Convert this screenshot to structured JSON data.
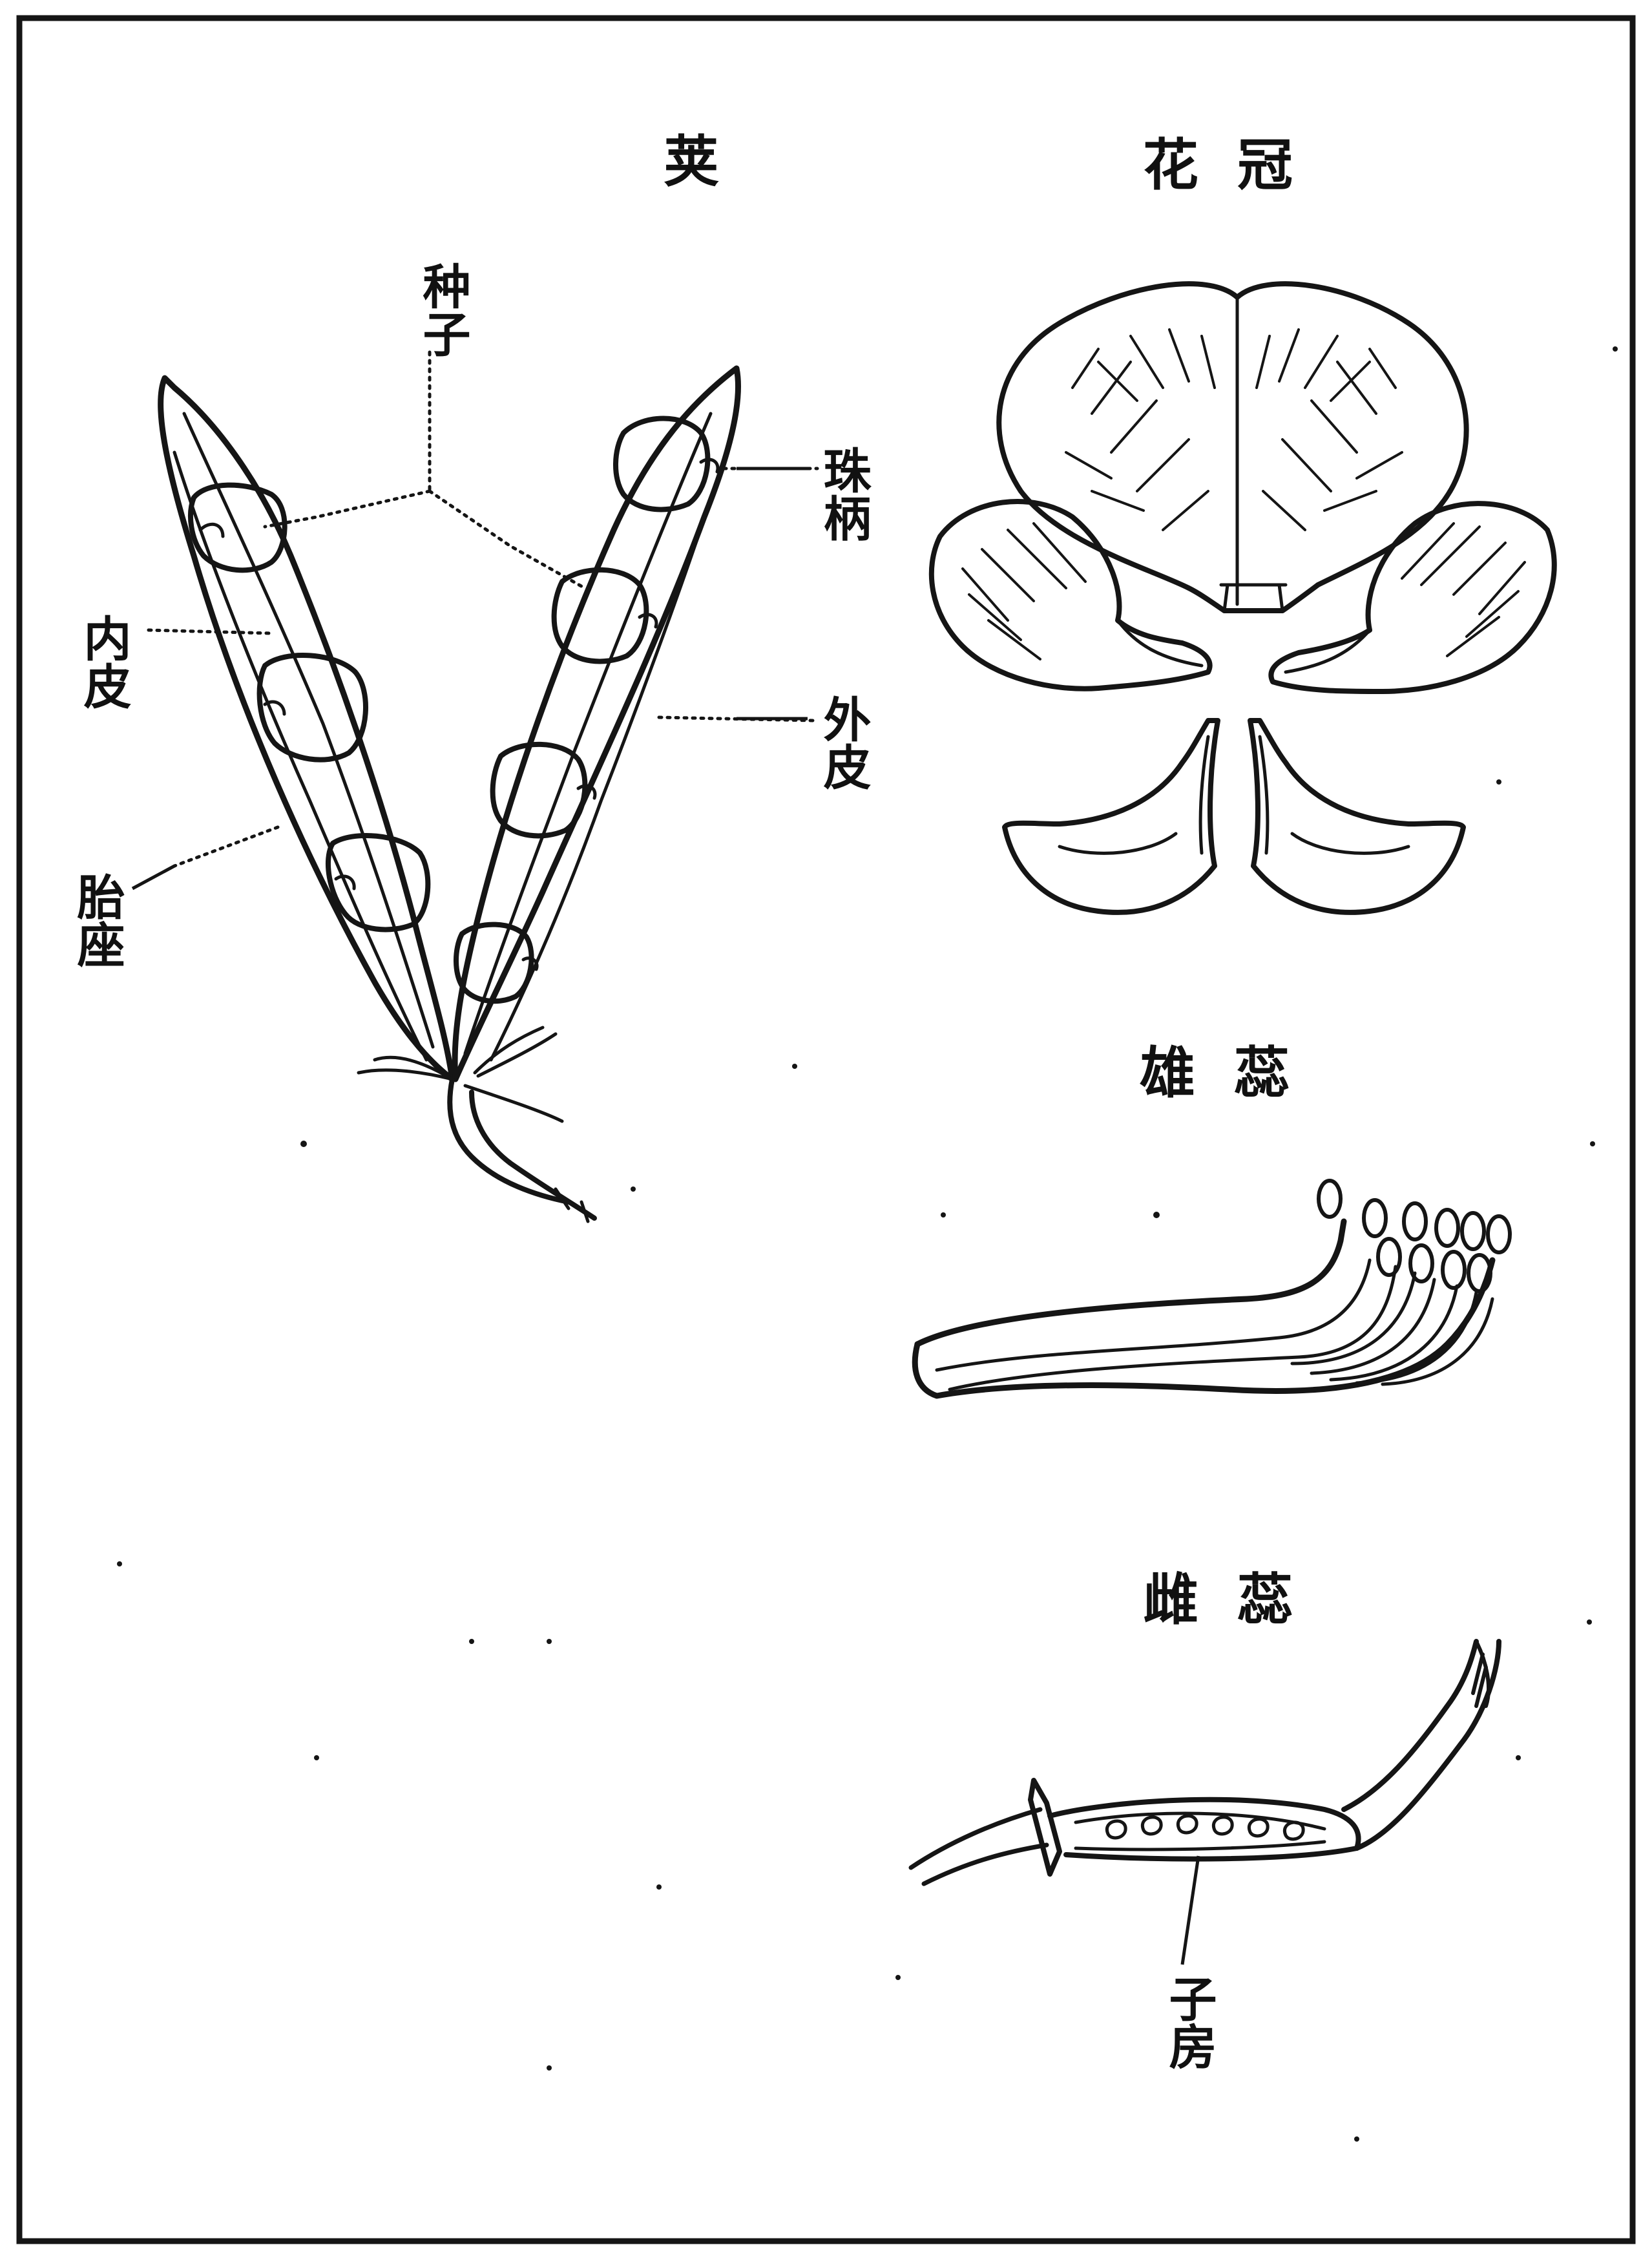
{
  "sections": {
    "pod": "荚",
    "corolla": "花冠",
    "stamen": "雄蕊",
    "pistil": "雌蕊"
  },
  "labels": {
    "seed": "种子",
    "funicle": "珠柄",
    "endocarp": "内皮",
    "exocarp": "外皮",
    "placenta": "胎座",
    "ovary": "子房"
  },
  "colors": {
    "ink": "#151515",
    "paper": "#ffffff"
  }
}
